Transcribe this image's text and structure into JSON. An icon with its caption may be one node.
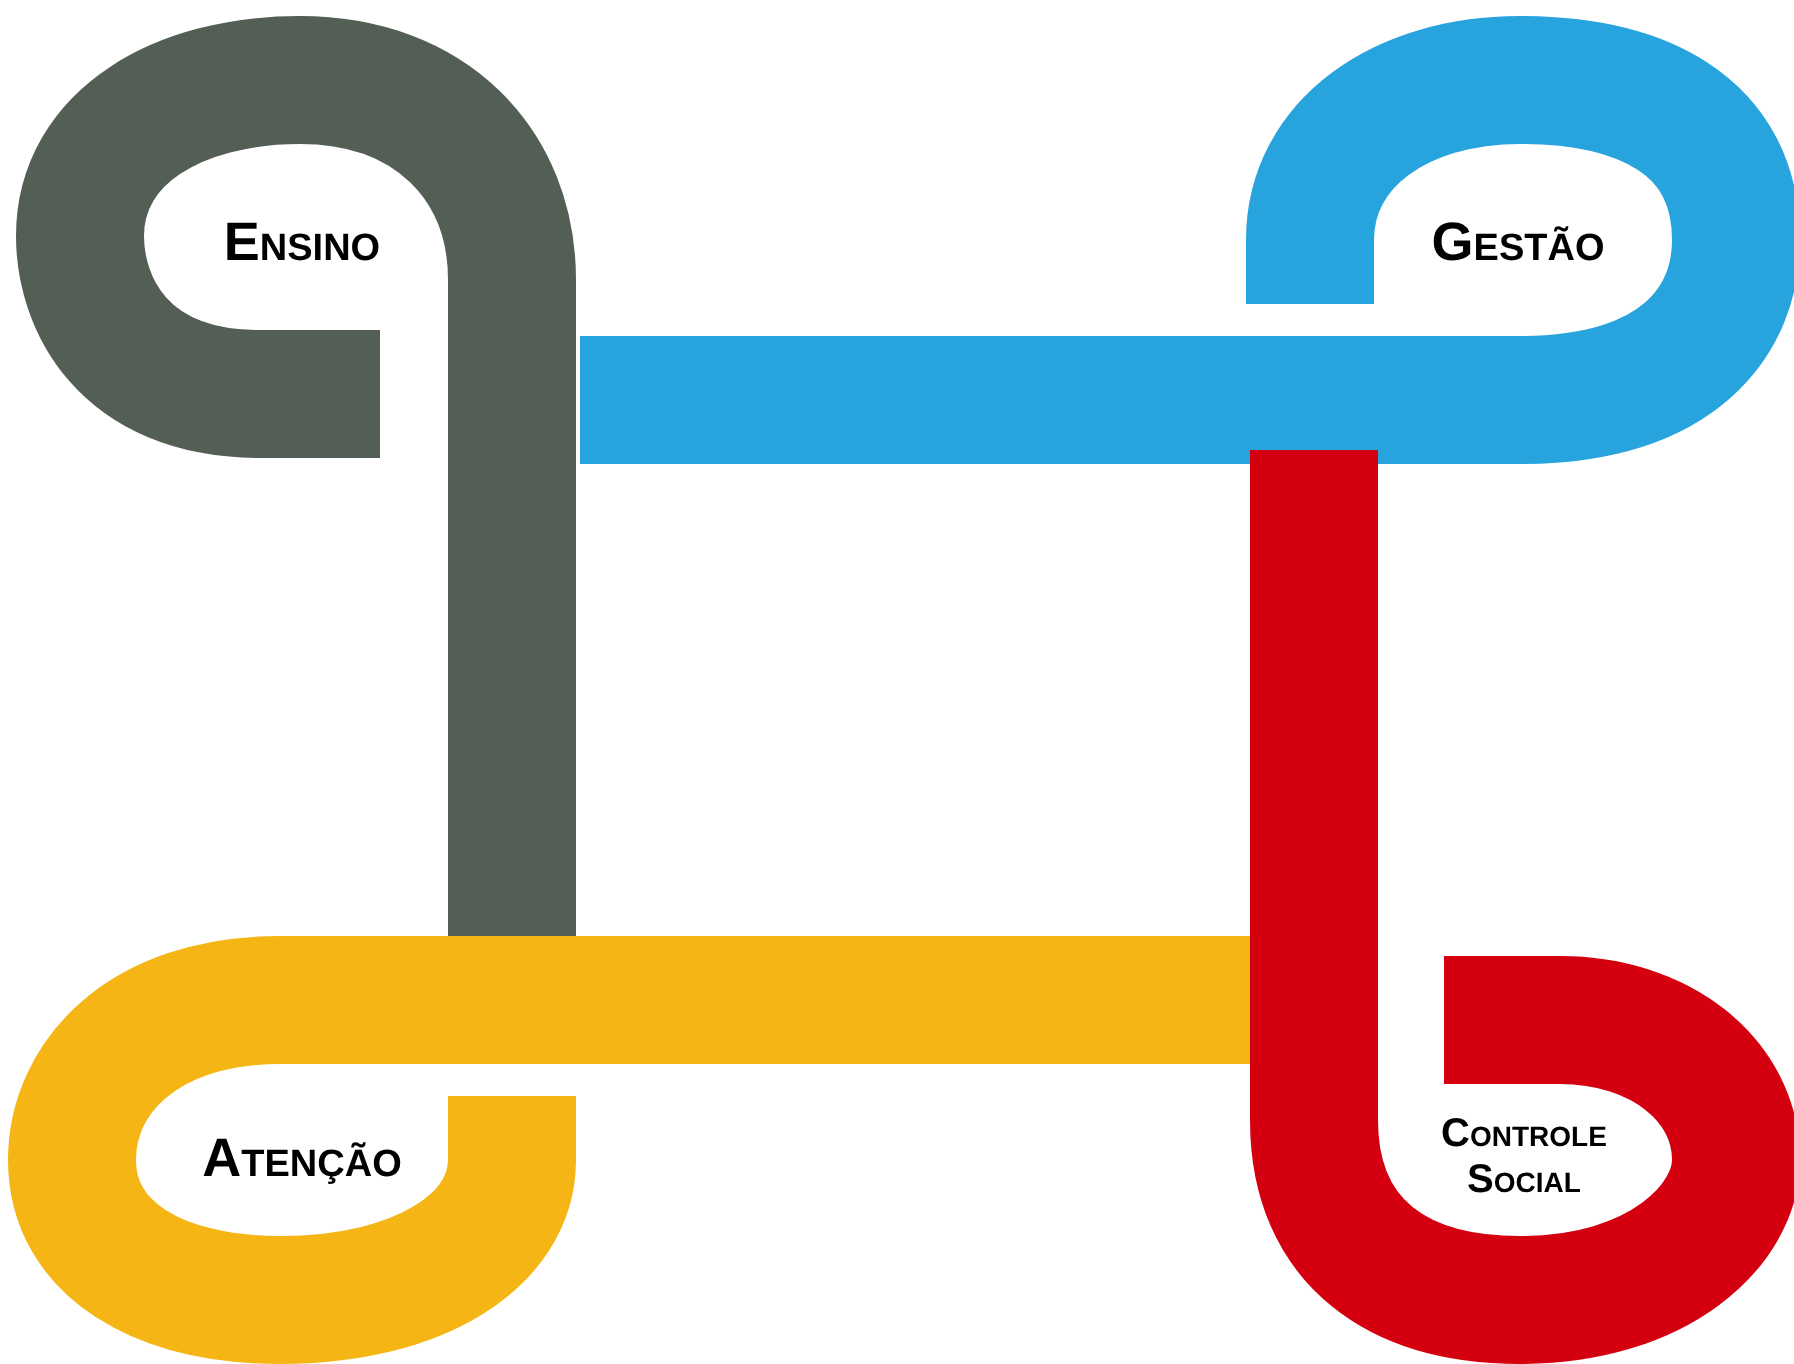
{
  "diagram": {
    "nodes": [
      {
        "text": [
          "Ensino"
        ]
      },
      {
        "text": [
          "Gestão"
        ]
      },
      {
        "text": [
          "Atenção"
        ]
      },
      {
        "text": [
          "Controle Social"
        ]
      }
    ]
  }
}
